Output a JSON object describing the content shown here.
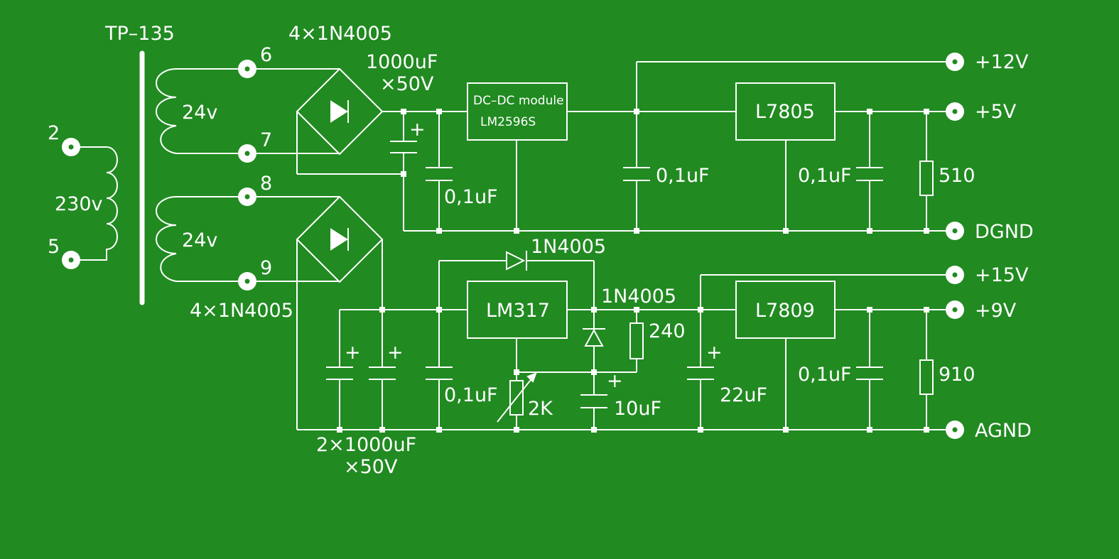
{
  "colors": {
    "background": "#218a21",
    "ink": "#ffffff"
  },
  "labels": {
    "transformer": "TP–135",
    "primary_voltage": "230v",
    "secondary1_voltage": "24v",
    "secondary2_voltage": "24v",
    "pin2": "2",
    "pin5": "5",
    "pin6": "6",
    "pin7": "7",
    "pin8": "8",
    "pin9": "9",
    "bridge1": "4×1N4005",
    "bridge2": "4×1N4005",
    "cap_main_1": "1000uF",
    "cap_main_2": "×50V",
    "cap_01_a": "0,1uF",
    "cap_01_b": "0,1uF",
    "cap_01_c": "0,1uF",
    "cap_01_d": "0,1uF",
    "cap_01_e": "0,1uF",
    "cap_dual_1": "2×1000uF",
    "cap_dual_2": "×50V",
    "cap_10uf": "10uF",
    "cap_22uf": "22uF",
    "dcdc_1": "DC–DC module",
    "dcdc_2": "LM2596S",
    "reg_7805": "L7805",
    "reg_7809": "L7809",
    "reg_317": "LM317",
    "diode_top": "1N4005",
    "diode_mid": "1N4005",
    "res_510": "510",
    "res_910": "910",
    "res_240": "240",
    "pot_2k": "2K",
    "plus": "+",
    "out_12v": "+12V",
    "out_5v": "+5V",
    "out_dgnd": "DGND",
    "out_15v": "+15V",
    "out_9v": "+9V",
    "out_agnd": "AGND"
  }
}
